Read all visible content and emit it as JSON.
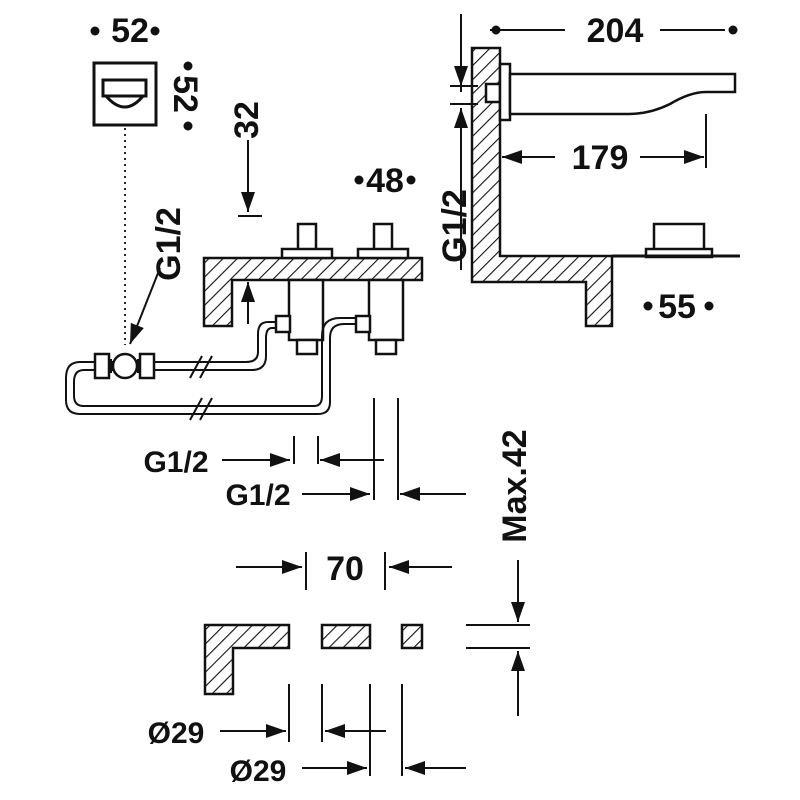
{
  "drawing": {
    "top_left": {
      "width_label": "52",
      "height_label": "52"
    },
    "plan_view": {
      "depth_label": "32",
      "spacing_label": "48",
      "connection_label": "G1/2",
      "inlet_left_label": "G1/2",
      "inlet_right_label": "G1/2"
    },
    "side_view": {
      "spout_length_label": "204",
      "projection_label": "179",
      "connection_label": "G1/2",
      "diverter_width_label": "55"
    },
    "deck_view": {
      "centers_label": "70",
      "max_thickness_label": "Max.42",
      "hole_left_label": "Ø29",
      "hole_right_label": "Ø29"
    }
  }
}
